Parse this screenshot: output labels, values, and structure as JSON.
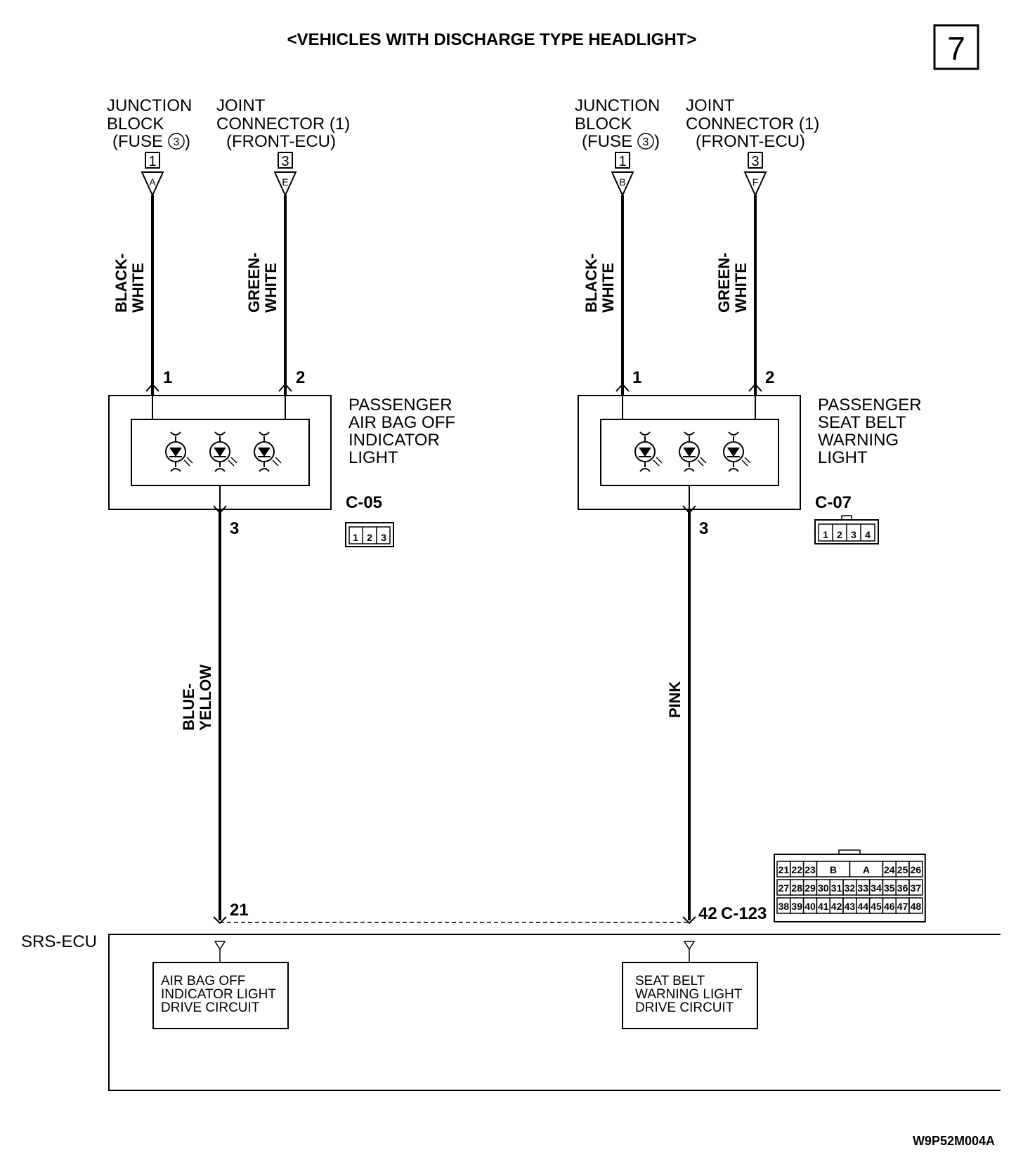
{
  "header": {
    "title": "<VEHICLES WITH DISCHARGE TYPE HEADLIGHT>",
    "page_number": "7"
  },
  "left": {
    "source1": {
      "line1": "JUNCTION",
      "line2": "BLOCK",
      "line3": "(FUSE",
      "fuse_no": "3",
      "line3_end": ")",
      "box_no": "1",
      "conn_letter": "A"
    },
    "source2": {
      "line1": "JOINT",
      "line2": "CONNECTOR (1)",
      "line3": "(FRONT-ECU)",
      "box_no": "3",
      "conn_letter": "E"
    },
    "wire1": {
      "line1": "BLACK-",
      "line2": "WHITE",
      "pin": "1"
    },
    "wire2": {
      "line1": "GREEN-",
      "line2": "WHITE",
      "pin": "2"
    },
    "component": {
      "line1": "PASSENGER",
      "line2": "AIR BAG OFF",
      "line3": "INDICATOR",
      "line4": "LIGHT",
      "connector": "C-05",
      "out_pin": "3"
    },
    "connector_pins": [
      "1",
      "2",
      "3"
    ],
    "wire3": {
      "line1": "BLUE-",
      "line2": "YELLOW"
    },
    "ecu_pin": "21",
    "circuit": {
      "line1": "AIR BAG OFF",
      "line2": "INDICATOR LIGHT",
      "line3": "DRIVE CIRCUIT"
    }
  },
  "right": {
    "source1": {
      "line1": "JUNCTION",
      "line2": "BLOCK",
      "line3": "(FUSE",
      "fuse_no": "3",
      "line3_end": ")",
      "box_no": "1",
      "conn_letter": "B"
    },
    "source2": {
      "line1": "JOINT",
      "line2": "CONNECTOR (1)",
      "line3": "(FRONT-ECU)",
      "box_no": "3",
      "conn_letter": "F"
    },
    "wire1": {
      "line1": "BLACK-",
      "line2": "WHITE",
      "pin": "1"
    },
    "wire2": {
      "line1": "GREEN-",
      "line2": "WHITE",
      "pin": "2"
    },
    "component": {
      "line1": "PASSENGER",
      "line2": "SEAT BELT",
      "line3": "WARNING",
      "line4": "LIGHT",
      "connector": "C-07",
      "out_pin": "3"
    },
    "connector_pins": [
      "1",
      "2",
      "3",
      "4"
    ],
    "wire3": {
      "line1": "PINK"
    },
    "ecu_pin": "42",
    "ecu_connector": "C-123",
    "circuit": {
      "line1": "SEAT BELT",
      "line2": "WARNING LIGHT",
      "line3": "DRIVE CIRCUIT"
    }
  },
  "ecu": {
    "label": "SRS-ECU"
  },
  "ecu_connector_face": {
    "row1_left": [
      "21",
      "22",
      "23"
    ],
    "row1_mid": [
      "B",
      "A"
    ],
    "row1_right": [
      "24",
      "25",
      "26"
    ],
    "row2": [
      "27",
      "28",
      "29",
      "30",
      "31",
      "32",
      "33",
      "34",
      "35",
      "36",
      "37"
    ],
    "row3": [
      "38",
      "39",
      "40",
      "41",
      "42",
      "43",
      "44",
      "45",
      "46",
      "47",
      "48"
    ]
  },
  "footer": {
    "code": "W9P52M004A"
  }
}
